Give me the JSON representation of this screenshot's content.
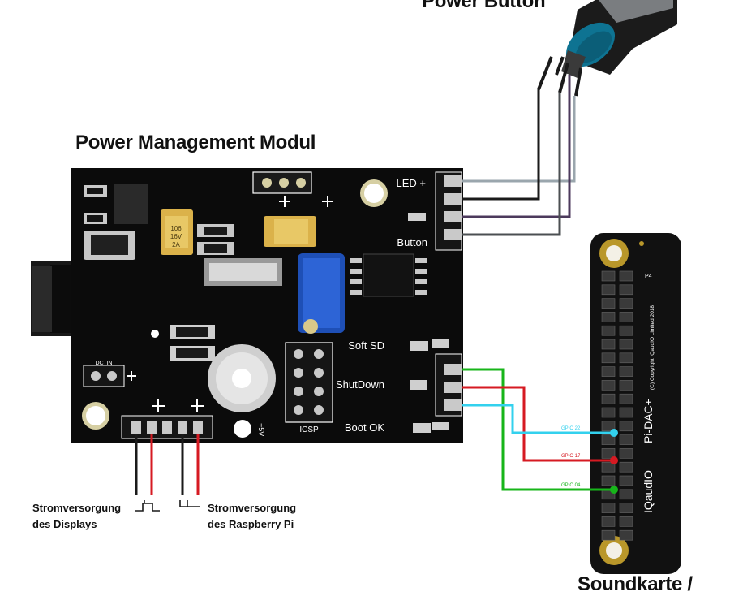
{
  "titles": {
    "power_button": "Power Button",
    "pm_modul": "Power Management Modul",
    "soundcard": "Soundkarte /"
  },
  "board": {
    "pins": {
      "led_plus": "LED +",
      "button": "Button",
      "soft_sd": "Soft SD",
      "shutdown": "ShutDown",
      "boot_ok": "Boot OK",
      "icsp": "ICSP",
      "dc_in": "DC_IN",
      "plus_5v": "+5V",
      "cap_markings": [
        "106",
        "16V",
        "2A"
      ]
    }
  },
  "wires": {
    "gpio22": "GPIO 22",
    "gpio17": "GPIO 17",
    "gpio04": "GPIO 04",
    "colors": {
      "green": "#17b51a",
      "red": "#d61a22",
      "cyan": "#33d1ee",
      "black": "#1a1a1a",
      "grey": "#9aa6ad",
      "purple": "#4c3a5c",
      "dark_grey": "#4b4f52"
    }
  },
  "pi_dac": {
    "brand": "IQaudIO",
    "model": "Pi-DAC+",
    "copyright": "(C) Copyright IQaudIO Limited 2018"
  },
  "captions": {
    "displays": [
      "Stromversorgung",
      "des Displays"
    ],
    "raspberry": [
      "Stromversorgung",
      "des Raspberry Pi"
    ]
  }
}
